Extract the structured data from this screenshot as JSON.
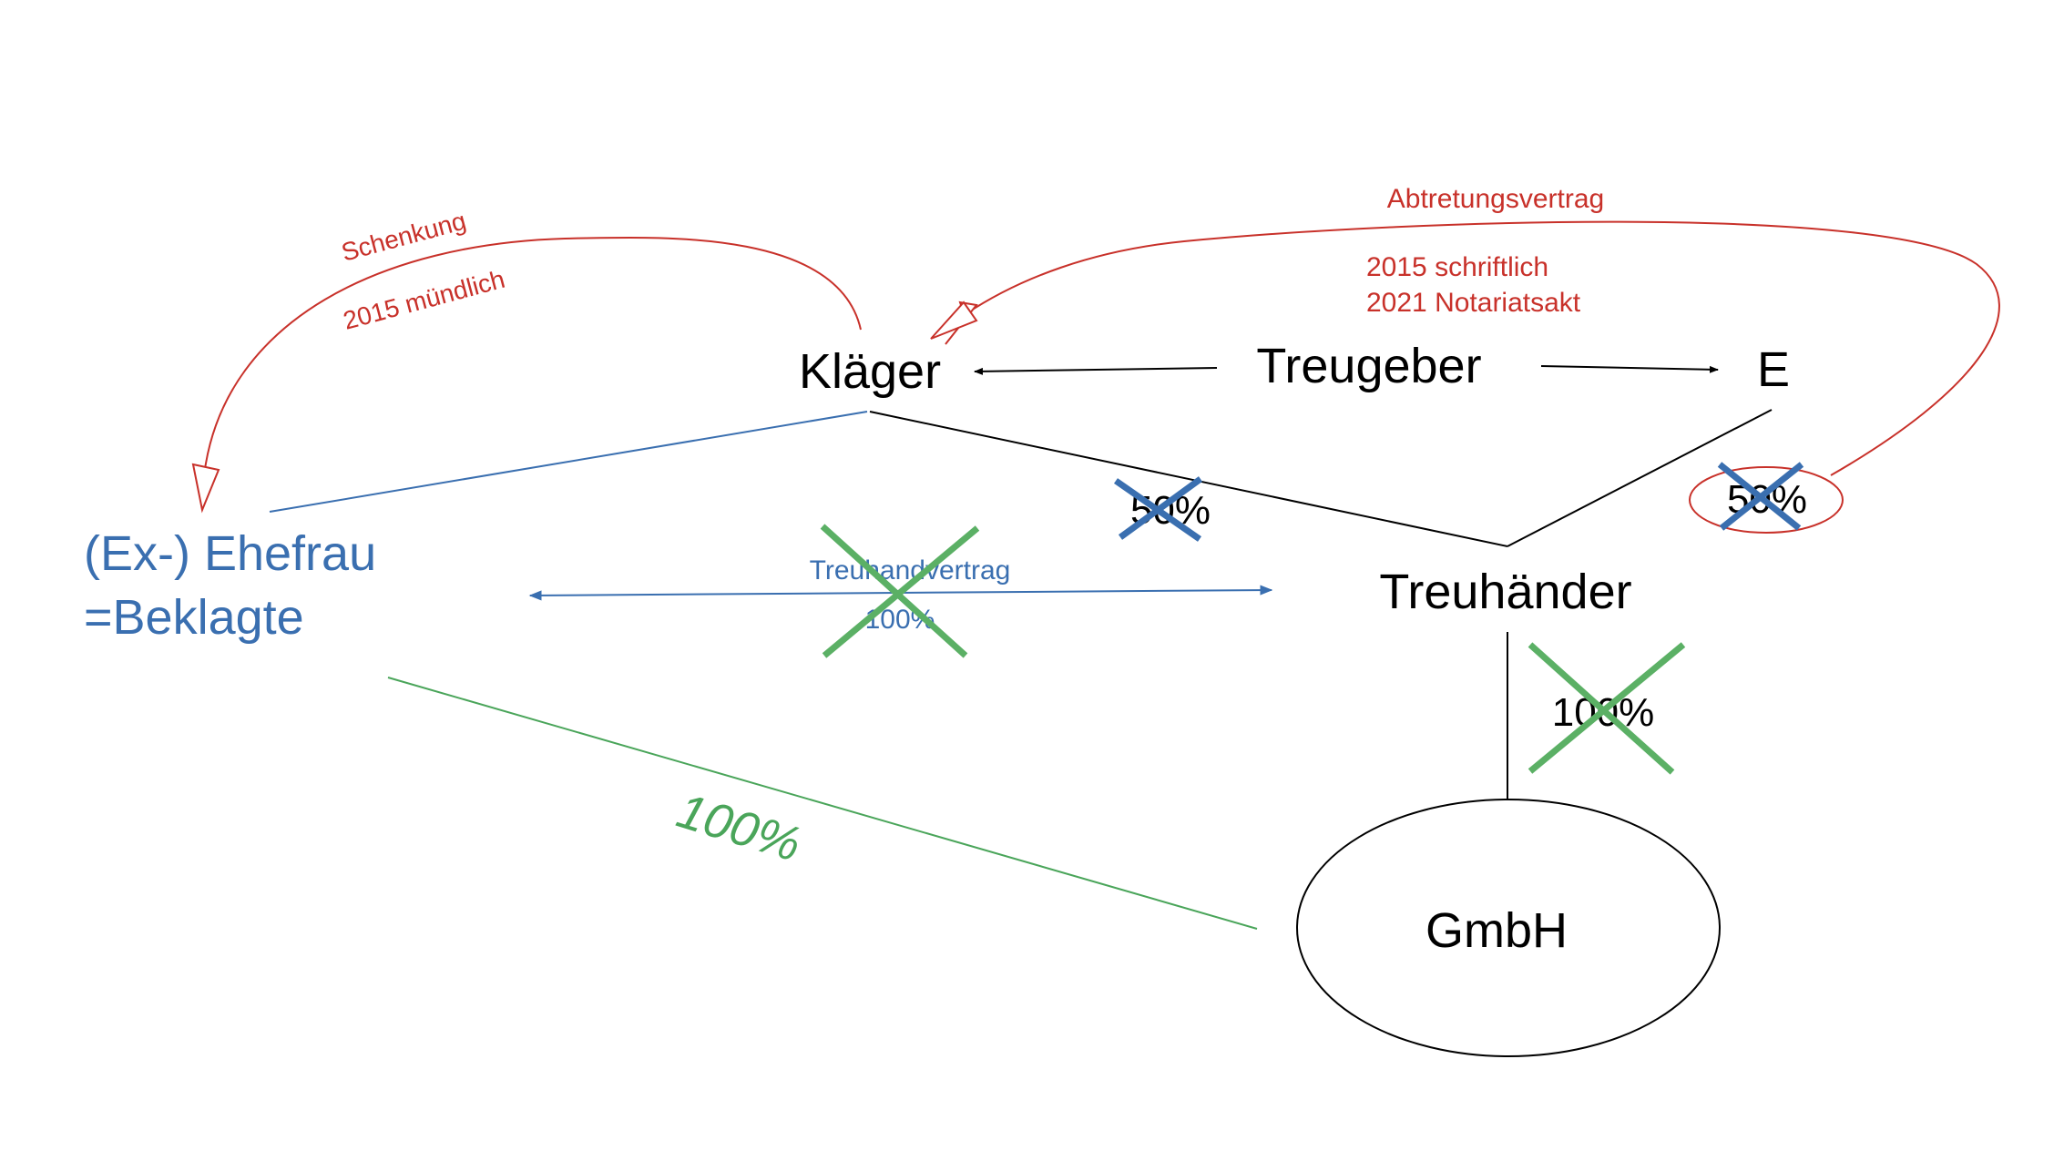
{
  "nodes": {
    "klaeger": "Kläger",
    "treugeber": "Treugeber",
    "e": "E",
    "ehefrau_line1": "(Ex-) Ehefrau",
    "ehefrau_line2": "=Beklagte",
    "treuhaender": "Treuhänder",
    "gmbh": "GmbH"
  },
  "labels": {
    "schenkung": "Schenkung",
    "schenkung_date": "2015 mündlich",
    "abtretung": "Abtretungsvertrag",
    "abtretung_written": "2015 schriftlich",
    "abtretung_notary": "2021 Notariatsakt",
    "share_klaeger": "50%",
    "share_e": "50%",
    "treuhandvertrag": "Treuhandvertrag",
    "treuhandvertrag_pct": "100%",
    "share_treuhaender_gmbh": "100%",
    "share_ehefrau_gmbh": "100%"
  },
  "colors": {
    "black": "#000000",
    "red": "#c8312a",
    "blue": "#3a6fb0",
    "green": "#4aa55a",
    "cross_blue": "#3a6fb0",
    "cross_green": "#5bb065"
  }
}
